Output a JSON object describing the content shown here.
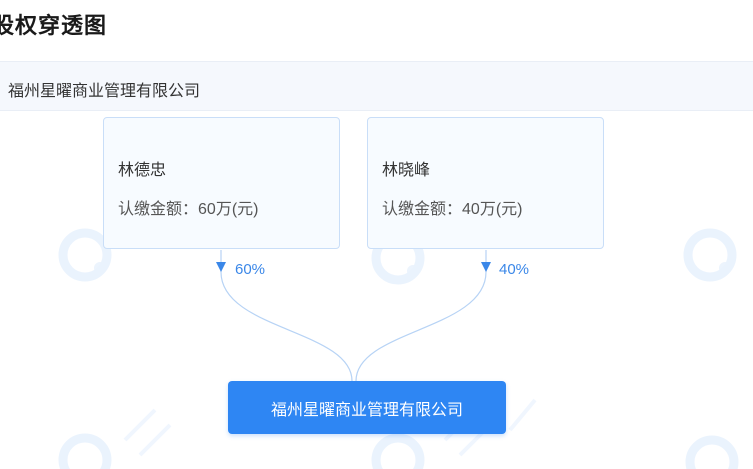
{
  "page": {
    "title": "股权穿透图"
  },
  "company_bar": {
    "name": "福州星曜商业管理有限公司"
  },
  "shareholders": [
    {
      "name": "林德忠",
      "amount_label": "认缴金额：",
      "amount_value": "60万(元)",
      "percent": "60%"
    },
    {
      "name": "林晓峰",
      "amount_label": "认缴金额：",
      "amount_value": "40万(元)",
      "percent": "40%"
    }
  ],
  "target": {
    "name": "福州星曜商业管理有限公司"
  },
  "colors": {
    "accent": "#2e86f3",
    "card_border": "#c9def8",
    "percent_text": "#3a87e8"
  }
}
